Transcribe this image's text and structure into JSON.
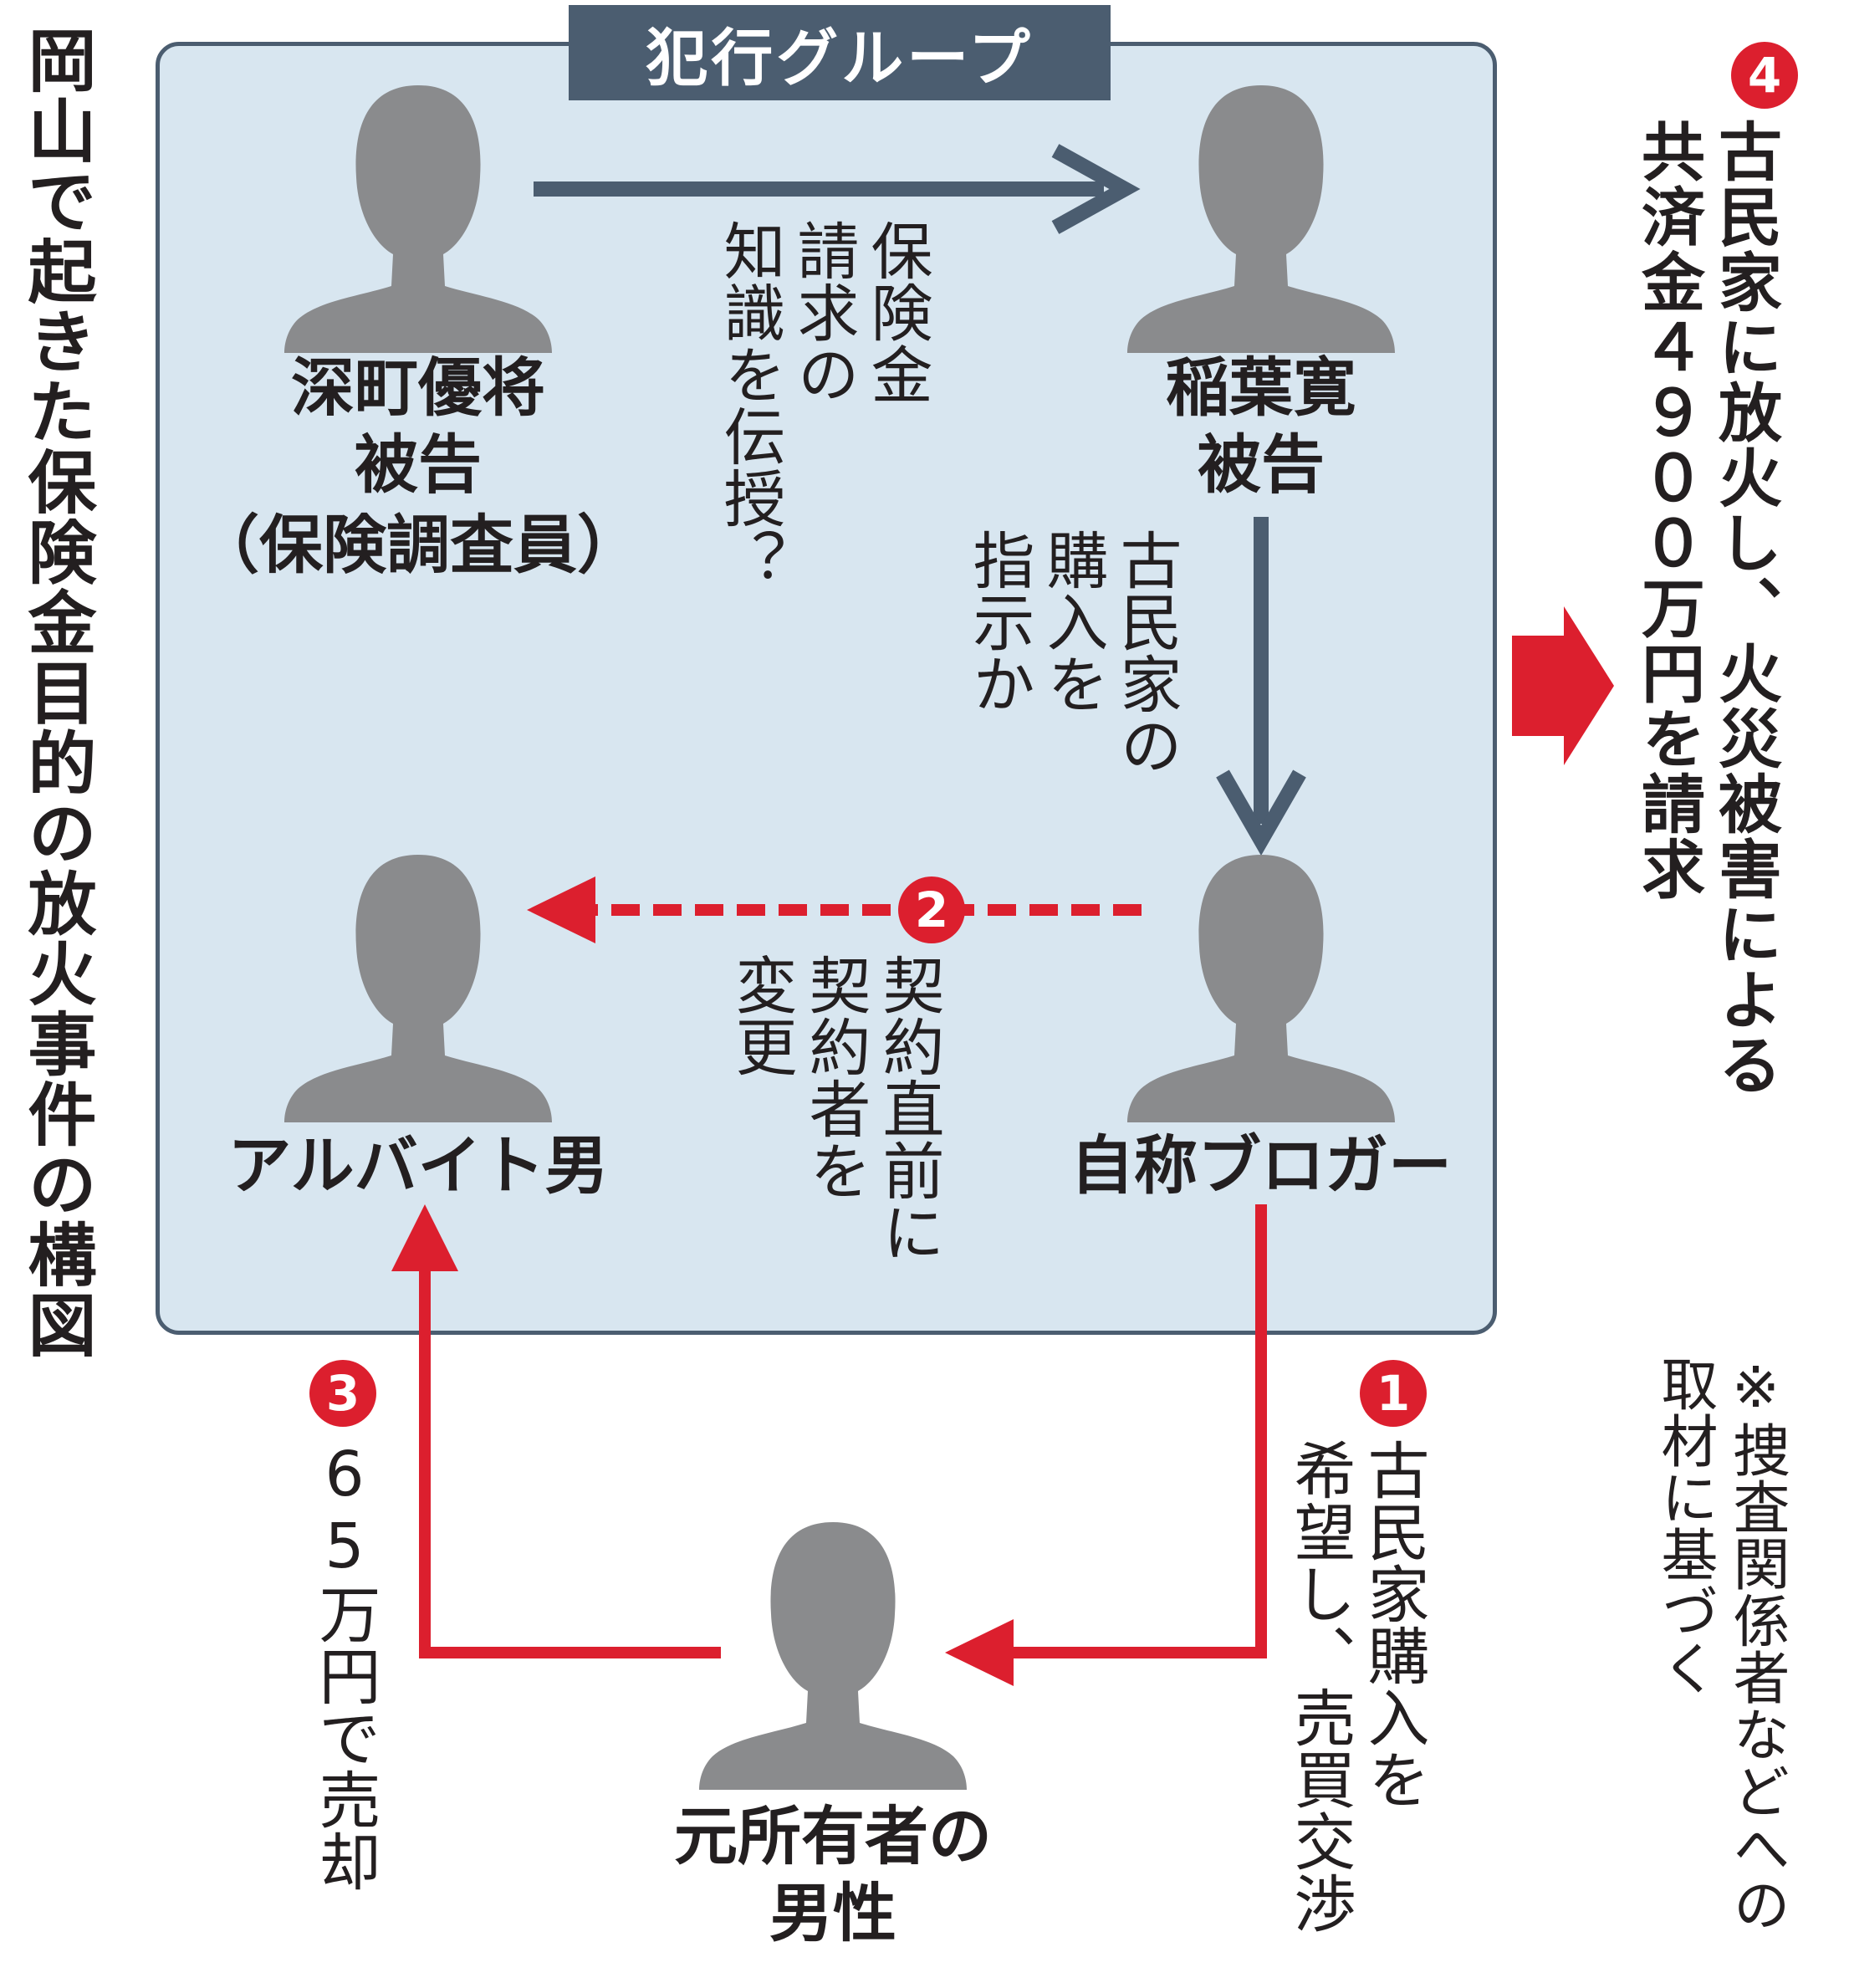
{
  "title": "岡山で起きた保険金目的の放火事件の構図",
  "group": {
    "label": "犯行グループ"
  },
  "people": {
    "fukamachi": {
      "name": "深町優将\n被告",
      "role": "（保険調査員）"
    },
    "inaba": {
      "name": "稲葉寛\n被告"
    },
    "baito": {
      "name": "アルバイト男"
    },
    "blogger": {
      "name": "自称ブロガー"
    },
    "owner": {
      "name": "元所有者の\n男性"
    }
  },
  "relations": {
    "fukamachi_to_inaba": "保険金\n請求の\n知識を伝授？",
    "inaba_to_blogger": "古民家の\n購入を\n指示か",
    "step1": {
      "num": "1",
      "text": "古民家購入を\n希望し、売買交渉"
    },
    "step2": {
      "num": "2",
      "text": "契約直前に\n契約者を\n変更"
    },
    "step3": {
      "num": "3",
      "text": "65万円で売却"
    },
    "step4": {
      "num": "4",
      "text": "古民家に放火し、火災被害による\n共済金４９００万円を請求"
    }
  },
  "footnote": "※捜査関係者などへの\n取材に基づく",
  "colors": {
    "navy": "#4b5d70",
    "red": "#dc1f2e",
    "box": "#d8e6f0",
    "silhouette": "#8a8b8d",
    "text": "#231f20"
  }
}
